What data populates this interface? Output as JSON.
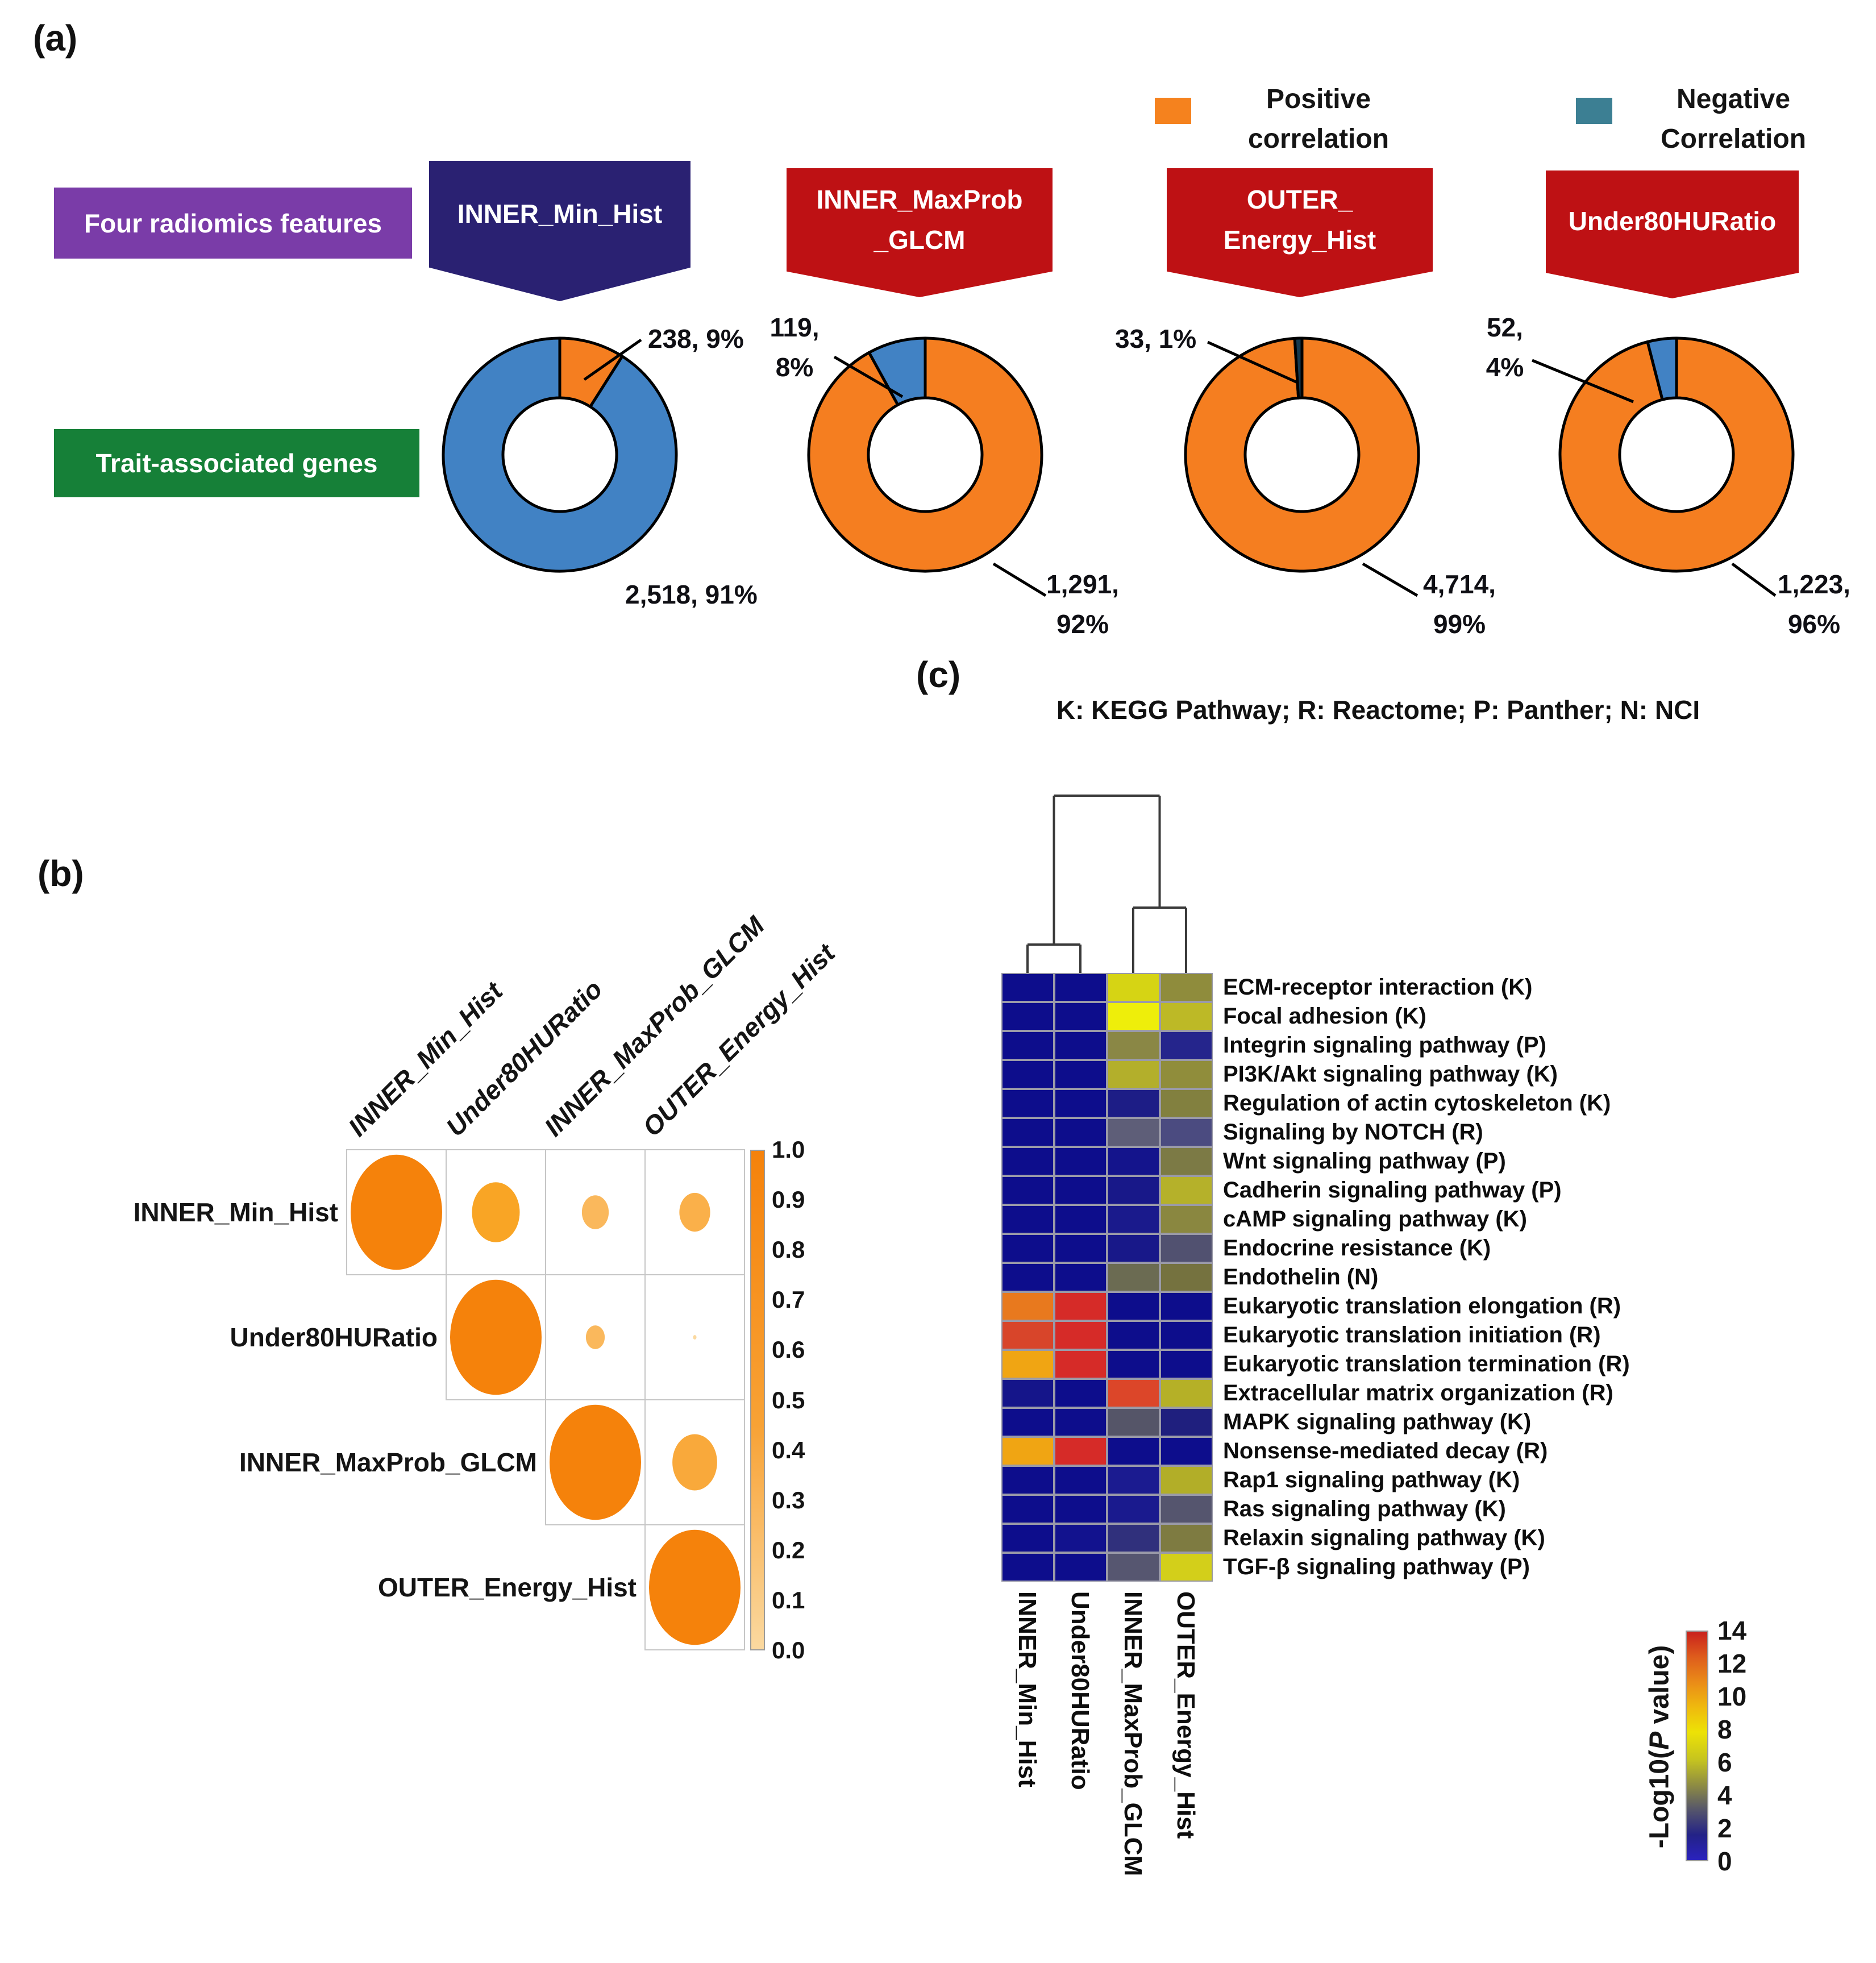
{
  "panel_labels": {
    "a": "(a)",
    "b": "(b)",
    "c": "(c)"
  },
  "legend": {
    "positive_label": "Positive correlation",
    "positive_color": "#F5821E",
    "negative_label": "Negative Correlation",
    "negative_color": "#3C7F93"
  },
  "annotations": {
    "features_box": "Four radiomics features",
    "genes_box": "Trait-associated genes",
    "pathway_key": "K: KEGG Pathway; R: Reactome; P: Panther; N: NCI",
    "scale_label_prefix": "-Log10(",
    "scale_label_italic": "P",
    "scale_label_suffix": " value)"
  },
  "chart_data": [
    {
      "type": "pie",
      "subtype": "donut-set",
      "description": "Trait-associated genes per radiomics feature, split by correlation sign",
      "donuts": [
        {
          "feature": "INNER_Min_Hist",
          "feature_lines": [
            "INNER_Min_Hist"
          ],
          "banner_color": "#2A2172",
          "slices": [
            {
              "name": "positive",
              "value": 238,
              "pct": 9,
              "color": "#F57E20"
            },
            {
              "name": "negative",
              "value": 2518,
              "pct": 91,
              "color": "#4182C4"
            }
          ],
          "top_label_lines": [
            "238, 9%"
          ],
          "bottom_label_lines": [
            "2,518, 91%"
          ]
        },
        {
          "feature": "INNER_MaxProb_GLCM",
          "feature_lines": [
            "INNER_MaxProb",
            "_GLCM"
          ],
          "banner_color": "#BE1114",
          "slices": [
            {
              "name": "positive",
              "value": 1291,
              "pct": 92,
              "color": "#F57E20"
            },
            {
              "name": "negative",
              "value": 119,
              "pct": 8,
              "color": "#4182C4"
            }
          ],
          "top_label_lines": [
            "119,",
            "8%"
          ],
          "bottom_label_lines": [
            "1,291,",
            "92%"
          ]
        },
        {
          "feature": "OUTER_Energy_Hist",
          "feature_lines": [
            "OUTER_",
            "Energy_Hist"
          ],
          "banner_color": "#BE1114",
          "slices": [
            {
              "name": "positive",
              "value": 4714,
              "pct": 99,
              "color": "#F57E20"
            },
            {
              "name": "negative",
              "value": 33,
              "pct": 1,
              "color": "#16394E"
            }
          ],
          "top_label_lines": [
            "33, 1%"
          ],
          "bottom_label_lines": [
            "4,714,",
            "99%"
          ]
        },
        {
          "feature": "Under80HURatio",
          "feature_lines": [
            "Under80HURatio"
          ],
          "banner_color": "#BE1114",
          "slices": [
            {
              "name": "positive",
              "value": 1223,
              "pct": 96,
              "color": "#F57E20"
            },
            {
              "name": "negative",
              "value": 52,
              "pct": 4,
              "color": "#4182C4"
            }
          ],
          "top_label_lines": [
            "52,",
            "4%"
          ],
          "bottom_label_lines": [
            "1,223,",
            "96%"
          ]
        }
      ]
    },
    {
      "type": "scatter",
      "subtype": "correlation-bubble-matrix",
      "labels": [
        "INNER_Min_Hist",
        "Under80HURatio",
        "INNER_MaxProb_GLCM",
        "OUTER_Energy_Hist"
      ],
      "pairs": [
        {
          "row": 0,
          "col": 0,
          "value": 1.0,
          "size": 0.92,
          "color": "#F5820B"
        },
        {
          "row": 0,
          "col": 1,
          "value": 0.5,
          "size": 0.48,
          "color": "#F9A525"
        },
        {
          "row": 0,
          "col": 2,
          "value": 0.28,
          "size": 0.27,
          "color": "#FAB85C"
        },
        {
          "row": 0,
          "col": 3,
          "value": 0.32,
          "size": 0.31,
          "color": "#FAB04A"
        },
        {
          "row": 1,
          "col": 1,
          "value": 1.0,
          "size": 0.92,
          "color": "#F5820B"
        },
        {
          "row": 1,
          "col": 2,
          "value": 0.2,
          "size": 0.19,
          "color": "#FAB85C"
        },
        {
          "row": 1,
          "col": 3,
          "value": 0.03,
          "size": 0.035,
          "color": "#FBD9A0"
        },
        {
          "row": 2,
          "col": 2,
          "value": 1.0,
          "size": 0.92,
          "color": "#F5820B"
        },
        {
          "row": 2,
          "col": 3,
          "value": 0.45,
          "size": 0.45,
          "color": "#F9A93B"
        },
        {
          "row": 3,
          "col": 3,
          "value": 1.0,
          "size": 0.92,
          "color": "#F5820B"
        }
      ],
      "colorbar": {
        "ticks": [
          "1.0",
          "0.9",
          "0.8",
          "0.7",
          "0.6",
          "0.5",
          "0.4",
          "0.3",
          "0.2",
          "0.1",
          "0.0"
        ],
        "top_color": "#F5820B",
        "mid_color": "#F8A235",
        "bottom_color": "#FBD9A0"
      },
      "grid": true,
      "legend_position": "right"
    },
    {
      "type": "heatmap",
      "subtype": "clustered-pathway-enrichment",
      "title": "K: KEGG Pathway; R: Reactome; P: Panther; N: NCI",
      "columns": [
        "INNER_Min_Hist",
        "Under80HURatio",
        "INNER_MaxProb_GLCM",
        "OUTER_Energy_Hist"
      ],
      "dendrogram": {
        "first_join": [
          "INNER_MaxProb_GLCM",
          "OUTER_Energy_Hist"
        ],
        "second_join": [
          "INNER_Min_Hist",
          "Under80HURatio"
        ],
        "root_joins": "both pairs"
      },
      "value_label": "-Log10(P value)",
      "rows": [
        {
          "label": "ECM-receptor interaction (K)",
          "values": [
            0.5,
            0.5,
            6.5,
            4.5
          ],
          "colors": [
            "#0D0D8C",
            "#0D0D8C",
            "#D6D414",
            "#8F8C3C"
          ]
        },
        {
          "label": "Focal adhesion (K)",
          "values": [
            0.5,
            0.5,
            7.0,
            5.5
          ],
          "colors": [
            "#0D0D8C",
            "#0D0D8C",
            "#EEEE0A",
            "#BDB926"
          ]
        },
        {
          "label": "Integrin signaling pathway (P)",
          "values": [
            0.5,
            0.5,
            4.5,
            1.5
          ],
          "colors": [
            "#0D0D8C",
            "#0D0D8C",
            "#8A8745",
            "#25258C"
          ]
        },
        {
          "label": "PI3K/Akt signaling pathway (K)",
          "values": [
            0.5,
            0.5,
            5.5,
            4.5
          ],
          "colors": [
            "#0D0D8C",
            "#0D0D8C",
            "#B3AF2B",
            "#908D3B"
          ]
        },
        {
          "label": "Regulation of actin cytoskeleton (K)",
          "values": [
            0.5,
            0.5,
            1.0,
            4.0
          ],
          "colors": [
            "#0D0D8C",
            "#0D0D8C",
            "#1D1D86",
            "#82803F"
          ]
        },
        {
          "label": "Signaling by NOTCH (R)",
          "values": [
            0.5,
            0.5,
            3.0,
            2.5
          ],
          "colors": [
            "#0D0D8C",
            "#0D0D8C",
            "#5E5E78",
            "#4B4B80"
          ]
        },
        {
          "label": "Wnt signaling pathway (P)",
          "values": [
            0.5,
            0.5,
            0.5,
            4.0
          ],
          "colors": [
            "#0D0D8C",
            "#0D0D8C",
            "#14148C",
            "#7C7A45"
          ]
        },
        {
          "label": "Cadherin signaling pathway (P)",
          "values": [
            0.5,
            0.5,
            1.0,
            5.5
          ],
          "colors": [
            "#0D0D8C",
            "#0D0D8C",
            "#181889",
            "#B5B12A"
          ]
        },
        {
          "label": "cAMP signaling pathway (K)",
          "values": [
            0.5,
            0.5,
            1.0,
            4.5
          ],
          "colors": [
            "#0D0D8C",
            "#0D0D8C",
            "#1A1A8C",
            "#8A8740"
          ]
        },
        {
          "label": "Endocrine resistance (K)",
          "values": [
            0.5,
            0.5,
            1.0,
            3.0
          ],
          "colors": [
            "#0D0D8C",
            "#0D0D8C",
            "#181889",
            "#515170"
          ]
        },
        {
          "label": "Endothelin (N)",
          "values": [
            0.5,
            0.5,
            3.5,
            4.0
          ],
          "colors": [
            "#0D0D8C",
            "#0D0D8C",
            "#6B6B52",
            "#75723F"
          ]
        },
        {
          "label": "Eukaryotic translation elongation (R)",
          "values": [
            11,
            13,
            0.5,
            0.5
          ],
          "colors": [
            "#E8791E",
            "#D62B28",
            "#0D0D8C",
            "#0D0D8C"
          ]
        },
        {
          "label": "Eukaryotic translation initiation (R)",
          "values": [
            12,
            13,
            0.5,
            0.5
          ],
          "colors": [
            "#D8452A",
            "#D62B28",
            "#0D0D8C",
            "#0D0D8C"
          ]
        },
        {
          "label": "Eukaryotic translation termination (R)",
          "values": [
            10,
            13,
            0.5,
            0.5
          ],
          "colors": [
            "#F0A513",
            "#D62B28",
            "#0D0D8C",
            "#0D0D8C"
          ]
        },
        {
          "label": "Extracellular matrix organization (R)",
          "values": [
            1.0,
            0.5,
            12,
            5.5
          ],
          "colors": [
            "#15158A",
            "#0D0D8C",
            "#DC4629",
            "#B5B027"
          ]
        },
        {
          "label": "MAPK signaling pathway (K)",
          "values": [
            0.5,
            0.5,
            3.0,
            1.0
          ],
          "colors": [
            "#0D0D8C",
            "#0D0D8C",
            "#555568",
            "#1F1F7E"
          ]
        },
        {
          "label": "Nonsense-mediated decay (R)",
          "values": [
            10,
            13,
            0.5,
            0.5
          ],
          "colors": [
            "#F0A513",
            "#D62B28",
            "#0D0D8C",
            "#0D0D8C"
          ]
        },
        {
          "label": "Rap1 signaling pathway (K)",
          "values": [
            0.5,
            0.5,
            1.0,
            5.5
          ],
          "colors": [
            "#0D0D8C",
            "#0D0D8C",
            "#1B1B90",
            "#B2AE28"
          ]
        },
        {
          "label": "Ras signaling pathway (K)",
          "values": [
            0.5,
            0.5,
            1.0,
            3.0
          ],
          "colors": [
            "#0D0D8C",
            "#0D0D8C",
            "#1A1A8E",
            "#55556E"
          ]
        },
        {
          "label": "Relaxin signaling pathway (K)",
          "values": [
            0.5,
            0.5,
            2.0,
            4.0
          ],
          "colors": [
            "#0D0D8C",
            "#12128E",
            "#30307C",
            "#7E7B41"
          ]
        },
        {
          "label": "TGF-β signaling pathway (P)",
          "values": [
            0.5,
            0.5,
            3.0,
            6.5
          ],
          "colors": [
            "#0D0D8C",
            "#0D0D8C",
            "#565670",
            "#D3CF1A"
          ]
        }
      ],
      "colorbar": {
        "ticks": [
          14,
          12,
          10,
          8,
          6,
          4,
          2,
          0
        ],
        "gradient_top_to_bottom": [
          "#C9211C",
          "#DE5C1C",
          "#EA8B18",
          "#EFB90E",
          "#EDE206",
          "#C6C41F",
          "#8F8D42",
          "#55556B",
          "#232287",
          "#2A22BE"
        ]
      }
    }
  ]
}
